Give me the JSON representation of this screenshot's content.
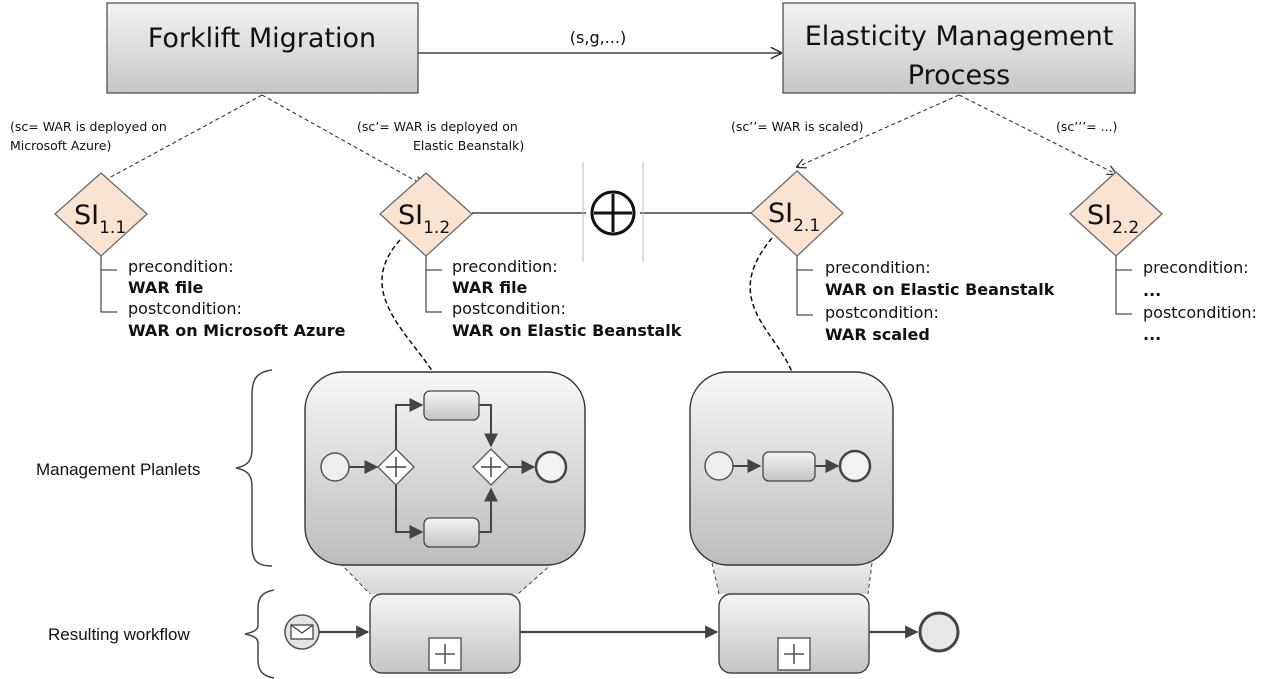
{
  "processes": {
    "forklift": "Forklift Migration",
    "elasticity_line1": "Elasticity Management",
    "elasticity_line2": "Process"
  },
  "edge_label": "(s,g,...)",
  "scenario_labels": {
    "sc1_line1": "(sc= WAR is deployed on",
    "sc1_line2": "Microsoft Azure)",
    "sc2_line1": "(sc’= WAR is deployed on",
    "sc2_line2": "Elastic Beanstalk)",
    "sc3": "(sc’’= WAR is scaled)",
    "sc4": "(sc’’’= ...)"
  },
  "strategic_items": [
    {
      "base": "SI",
      "sub": "1.1",
      "pre_label": "precondition:",
      "pre": "WAR file",
      "post_label": "postcondition:",
      "post": "WAR on Microsoft Azure"
    },
    {
      "base": "SI",
      "sub": "1.2",
      "pre_label": "precondition:",
      "pre": "WAR file",
      "post_label": "postcondition:",
      "post": "WAR on Elastic Beanstalk"
    },
    {
      "base": "SI",
      "sub": "2.1",
      "pre_label": "precondition:",
      "pre": "WAR on Elastic Beanstalk",
      "post_label": "postcondition:",
      "post": "WAR scaled"
    },
    {
      "base": "SI",
      "sub": "2.2",
      "pre_label": "precondition:",
      "pre": "...",
      "post_label": "postcondition:",
      "post": "..."
    }
  ],
  "side_labels": {
    "planlets": "Management Planlets",
    "workflow": "Resulting workflow"
  },
  "colors": {
    "process_fill_top": "#f4f4f4",
    "process_fill_bottom": "#c9c9c9",
    "si_fill": "#fbe3d1",
    "si_stroke": "#6b6b6b",
    "planlet_fill_top": "#f8f8f8",
    "planlet_fill_bottom": "#bdbdbd",
    "line": "#555555"
  }
}
